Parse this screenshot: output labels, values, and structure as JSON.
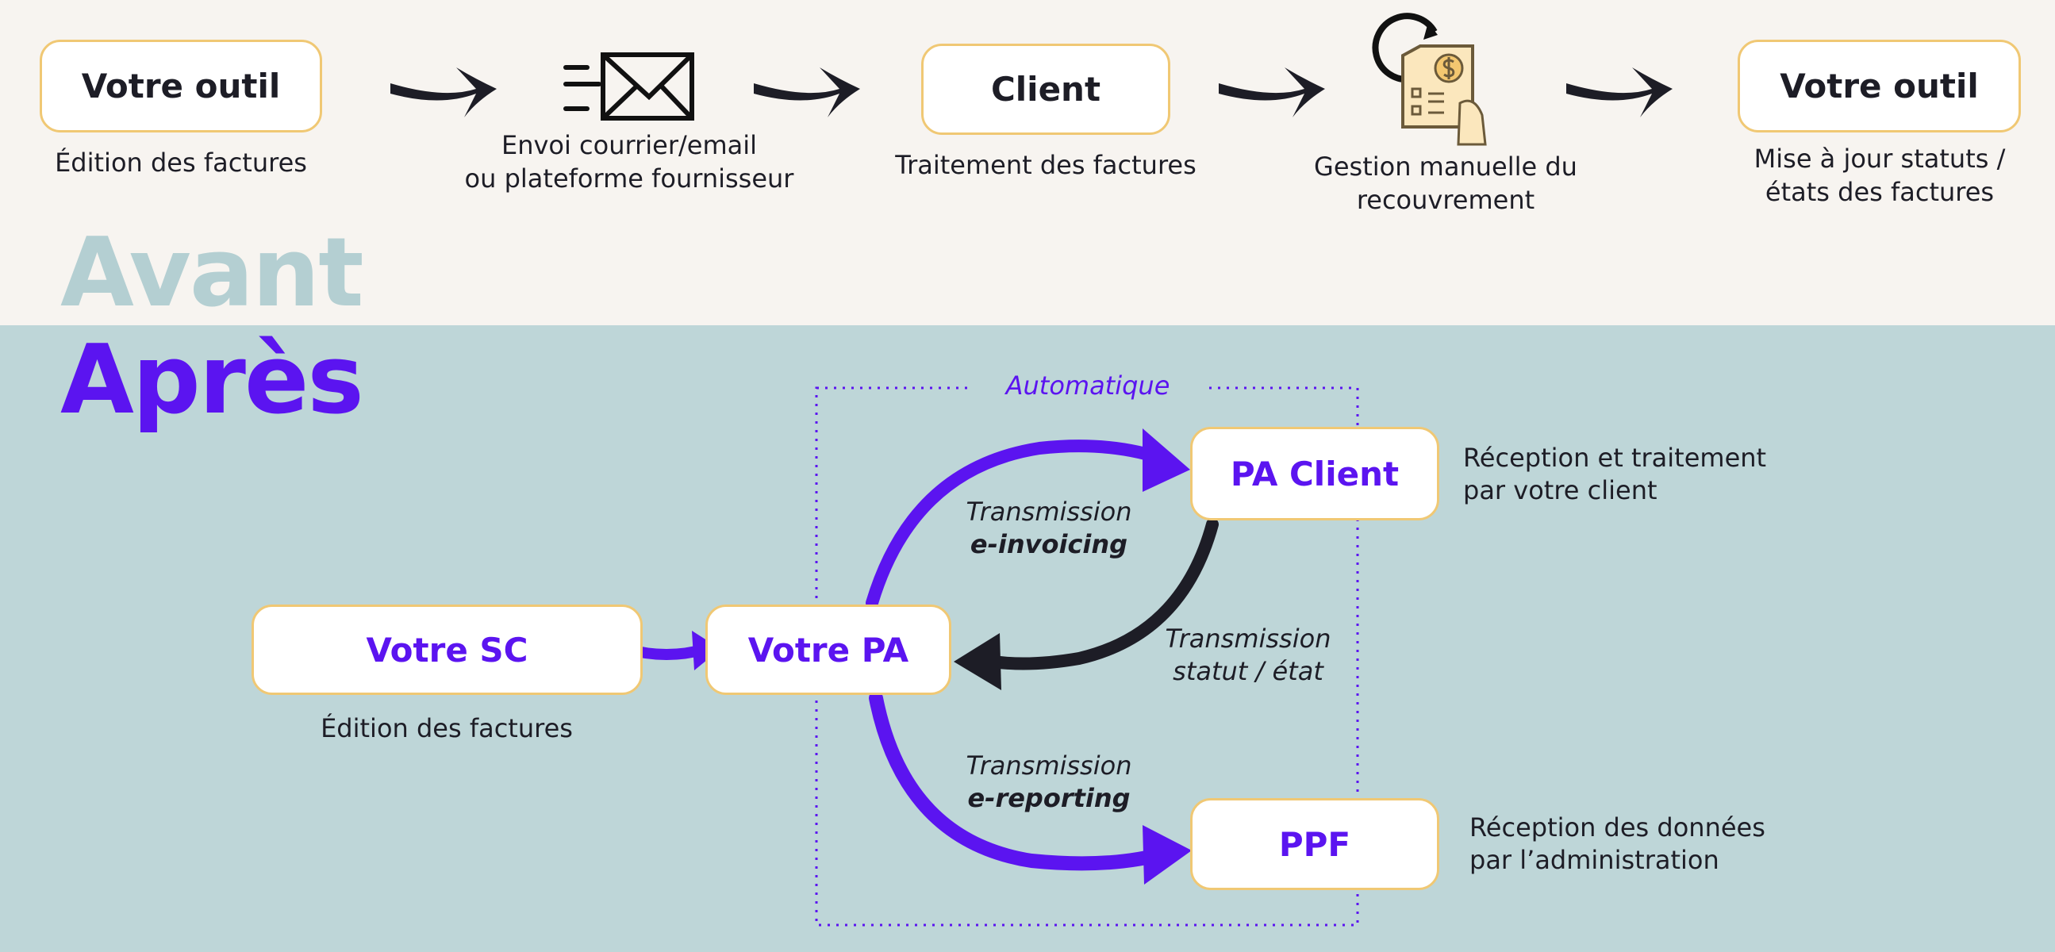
{
  "colors": {
    "accent": "#5b14f0",
    "box_border": "#f0c874",
    "top_bg": "#f7f4f0",
    "bottom_bg": "#bed6d8",
    "dark": "#1d1d26"
  },
  "avant": {
    "heading": "Avant",
    "steps": [
      {
        "box": "Votre outil",
        "caption": "Édition des factures"
      },
      {
        "icon": "envelope-send-icon",
        "caption_lines": [
          "Envoi courrier/email",
          "ou plateforme fournisseur"
        ]
      },
      {
        "box": "Client",
        "caption": "Traitement des factures"
      },
      {
        "icon": "invoice-recovery-icon",
        "caption_lines": [
          "Gestion manuelle du",
          "recouvrement"
        ]
      },
      {
        "box": "Votre outil",
        "caption_lines": [
          "Mise à jour statuts /",
          "états des factures"
        ]
      }
    ]
  },
  "apres": {
    "heading": "Après",
    "zone_label": "Automatique",
    "nodes": {
      "sc": {
        "label": "Votre SC",
        "caption": "Édition des factures"
      },
      "pa": {
        "label": "Votre PA"
      },
      "pa_client": {
        "label": "PA Client",
        "desc_lines": [
          "Réception et traitement",
          "par votre client"
        ]
      },
      "ppf": {
        "label": "PPF",
        "desc_lines": [
          "Réception des données",
          "par l’administration"
        ]
      }
    },
    "flows": {
      "invoicing": {
        "line1": "Transmission",
        "line2": "e-invoicing"
      },
      "statut": {
        "line1": "Transmission",
        "line2": "statut / état"
      },
      "reporting": {
        "line1": "Transmission",
        "line2": "e-reporting"
      }
    }
  }
}
